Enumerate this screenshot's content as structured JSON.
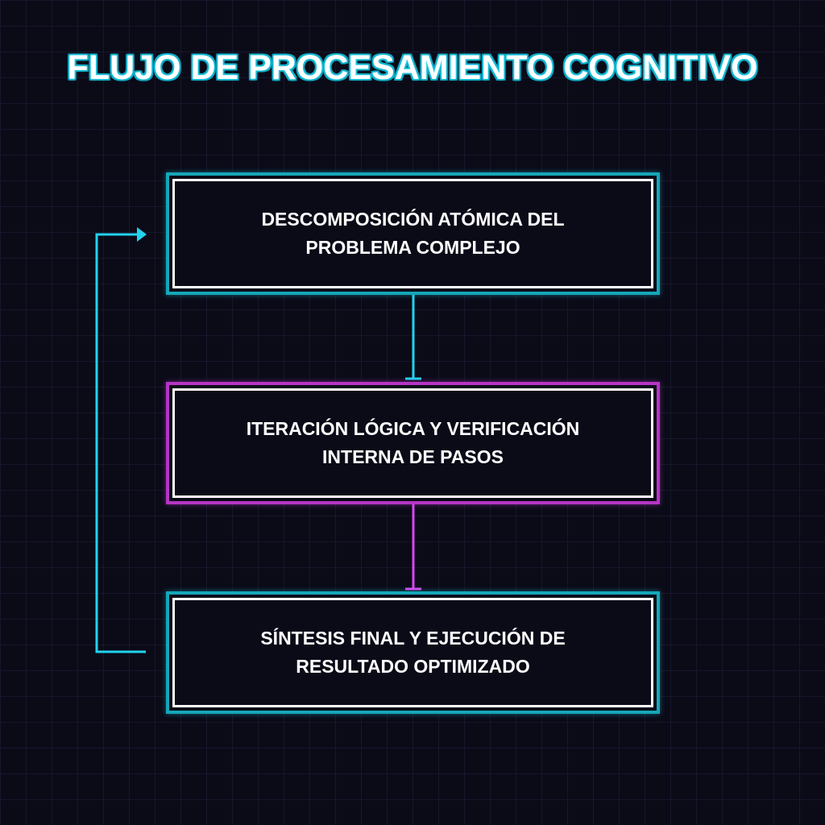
{
  "title": "FLUJO DE PROCESAMIENTO COGNITIVO",
  "nodes": [
    {
      "id": "descomposicion",
      "line1": "DESCOMPOSICIÓN ATÓMICA DEL",
      "line2": "PROBLEMA COMPLEJO",
      "color": "#22d3ee"
    },
    {
      "id": "iteracion",
      "line1": "ITERACIÓN LÓGICA Y VERIFICACIÓN",
      "line2": "INTERNA DE PASOS",
      "color": "#d946ef"
    },
    {
      "id": "sintesis",
      "line1": "SÍNTESIS FINAL Y EJECUCIÓN DE",
      "line2": "RESULTADO OPTIMIZADO",
      "color": "#22d3ee"
    }
  ],
  "connectors": [
    {
      "from": "descomposicion",
      "to": "iteracion",
      "color": "#22d3ee"
    },
    {
      "from": "iteracion",
      "to": "sintesis",
      "color": "#d946ef"
    },
    {
      "from": "sintesis",
      "to": "descomposicion",
      "color": "#22d3ee",
      "kind": "feedback-loop"
    }
  ],
  "colors": {
    "background": "#0b0b18",
    "accent_cyan": "#22d3ee",
    "accent_magenta": "#d946ef",
    "text": "#ffffff"
  }
}
